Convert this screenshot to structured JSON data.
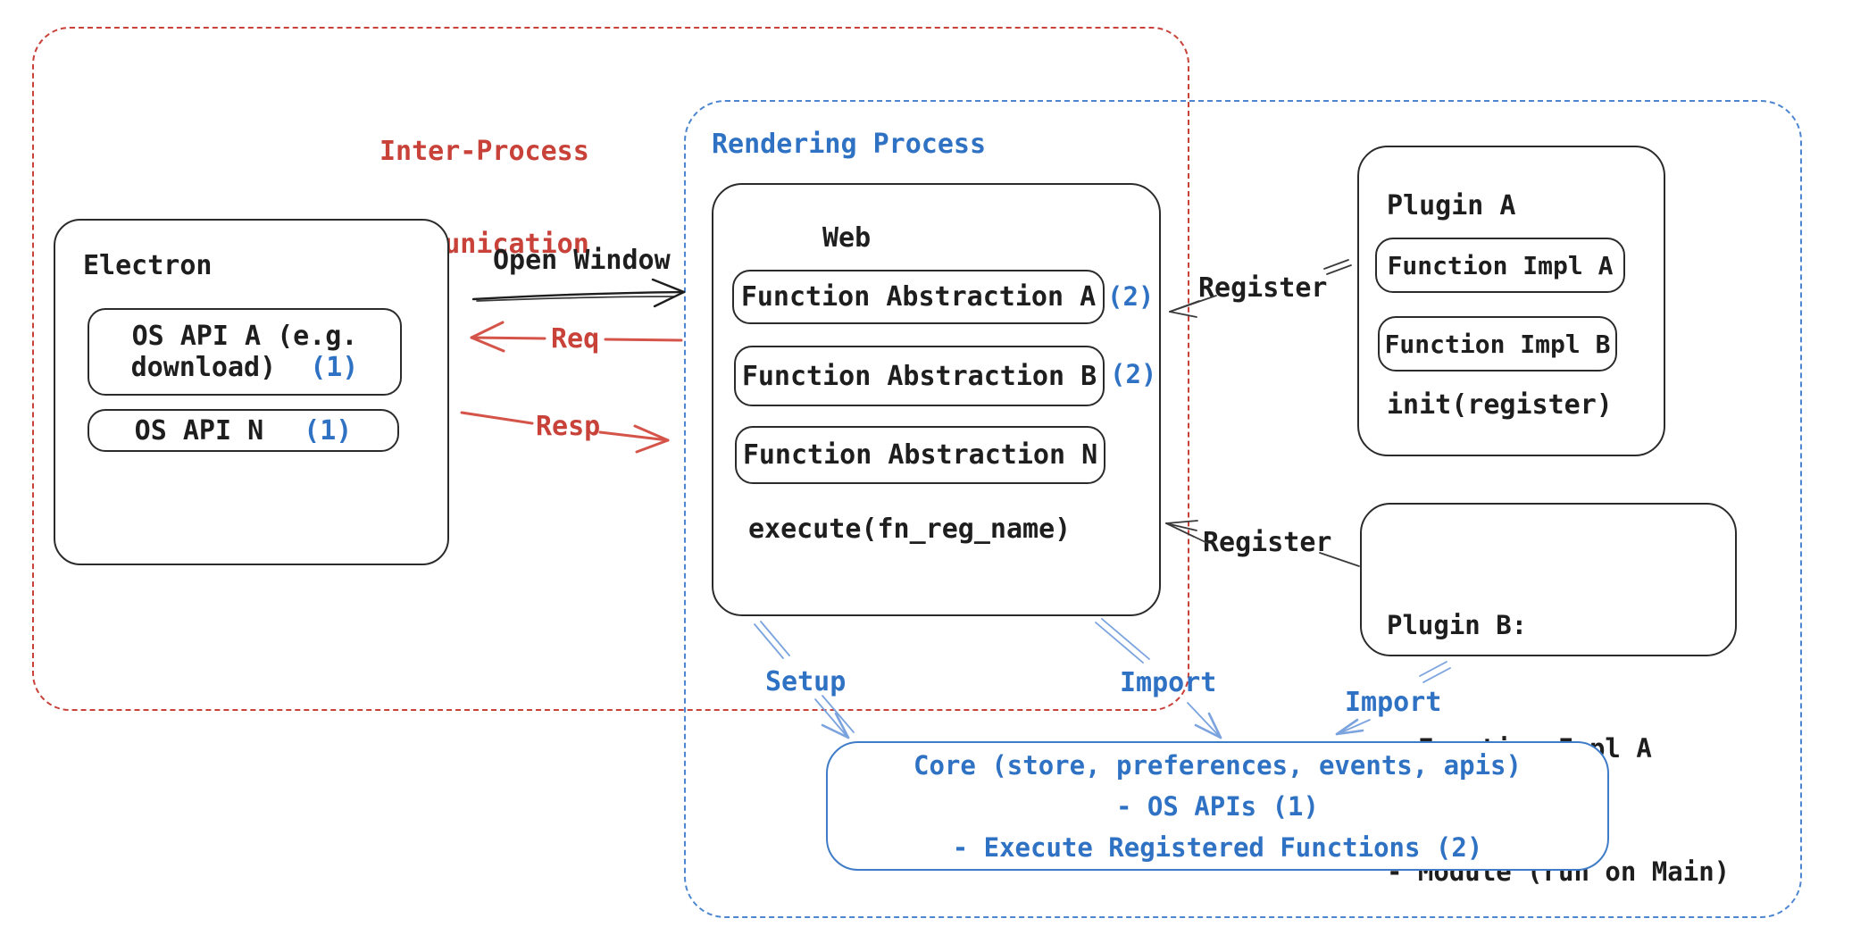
{
  "colors": {
    "ink": "#1e1e1e",
    "red": "#c8423a",
    "red-arrow": "#d5544a",
    "blue": "#2f72c4",
    "blue-dash": "#4d86d0",
    "blue-arrow": "#7ba3de",
    "paper": "#ffffff"
  },
  "ipc": {
    "label_line1": "Inter-Process",
    "label_line2": "Communication"
  },
  "rendering_process": {
    "label": "Rendering Process"
  },
  "electron": {
    "title": "Electron",
    "os_api_a_line1": "OS API A (e.g.",
    "os_api_a_line2": "download)",
    "os_api_a_badge": "(1)",
    "os_api_n": "OS API N",
    "os_api_n_badge": "(1)"
  },
  "web": {
    "title": "Web",
    "fn_a": "Function Abstraction A",
    "fn_a_badge": "(2)",
    "fn_b": "Function Abstraction B",
    "fn_b_badge": "(2)",
    "fn_n": "Function Abstraction N",
    "execute": "execute(fn_reg_name)"
  },
  "plugin_a": {
    "title": "Plugin A",
    "impl_a": "Function Impl A",
    "impl_b": "Function Impl B",
    "init": "init(register)"
  },
  "plugin_b": {
    "line1": "Plugin B:",
    "line2": "- Function Impl A",
    "line3": "- Module (run on Main)"
  },
  "core": {
    "line1": "Core (store, preferences, events, apis)",
    "line2": "- OS APIs (1)",
    "line3": "- Execute Registered Functions (2)"
  },
  "labels": {
    "open_window": "Open Window",
    "req": "Req",
    "resp": "Resp",
    "register_a": "Register",
    "register_b": "Register",
    "setup": "Setup",
    "import_core": "Import",
    "import_plugin_b": "Import"
  }
}
